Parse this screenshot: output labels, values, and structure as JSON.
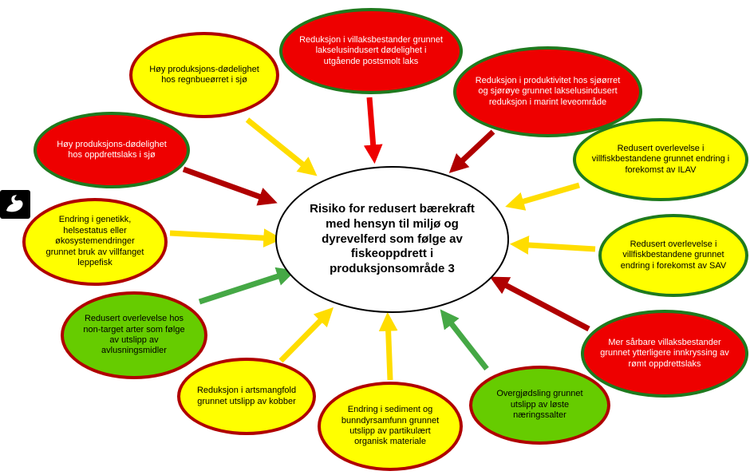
{
  "center": {
    "label": "Risiko for redusert bærekraft med hensyn til miljø og dyrevelferd som følge av fiskeoppdrett i produksjonsområde 3"
  },
  "nodes": [
    {
      "label": "Reduksjon i villaksbestander grunnet lakselusindusert dødelighet i utgående postsmolt laks",
      "severity": "red",
      "border": "green",
      "arrow_color": "red"
    },
    {
      "label": "Reduksjon i produktivitet hos sjøørret og sjørøye grunnet lakselusindusert reduksjon i marint leveområde",
      "severity": "red",
      "border": "green",
      "arrow_color": "dark_red"
    },
    {
      "label": "Redusert overlevelse i villfiskbestandene grunnet endring i forekomst av ILAV",
      "severity": "yellow",
      "border": "green",
      "arrow_color": "yellow"
    },
    {
      "label": "Redusert overlevelse i villfiskbestandene grunnet endring i forekomst av SAV",
      "severity": "yellow",
      "border": "green",
      "arrow_color": "yellow"
    },
    {
      "label": "Mer sårbare villaksbestander grunnet ytterligere innkryssing av rømt oppdrettslaks",
      "severity": "red",
      "border": "green",
      "arrow_color": "dark_red"
    },
    {
      "label": "Overgjødsling grunnet utslipp av løste næringssalter",
      "severity": "green",
      "border": "dark_red",
      "arrow_color": "green"
    },
    {
      "label": "Endring i sediment og bunndyrsamfunn grunnet utslipp av partikulært organisk materiale",
      "severity": "yellow",
      "border": "dark_red",
      "arrow_color": "yellow"
    },
    {
      "label": "Reduksjon i artsmangfold grunnet utslipp av kobber",
      "severity": "yellow",
      "border": "dark_red",
      "arrow_color": "yellow"
    },
    {
      "label": "Redusert overlevelse hos non-target arter som følge av utslipp av avlusningsmidler",
      "severity": "green",
      "border": "dark_red",
      "arrow_color": "green"
    },
    {
      "label": "Endring i genetikk, helsestatus  eller økosystemendringer grunnet bruk av villfanget leppefisk",
      "severity": "yellow",
      "border": "dark_red",
      "arrow_color": "yellow"
    },
    {
      "label": "Høy produksjons-dødelighet hos oppdrettslaks i sjø",
      "severity": "red",
      "border": "green",
      "arrow_color": "dark_red"
    },
    {
      "label": "Høy produksjons-dødelighet hos regnbueørret i sjø",
      "severity": "yellow",
      "border": "dark_red",
      "arrow_color": "yellow"
    }
  ],
  "colors": {
    "red_fill": "#EE0000",
    "yellow_fill": "#FFFF00",
    "green_fill": "#66CC00",
    "border_green": "#1E7A1E",
    "border_dark_red": "#B00000",
    "center_border": "#000000",
    "arrow_red": "#EE0000",
    "arrow_dark_red": "#B00000",
    "arrow_yellow": "#FFDD00",
    "arrow_green": "#45A845"
  },
  "logo": {
    "name": "swan-logo"
  }
}
